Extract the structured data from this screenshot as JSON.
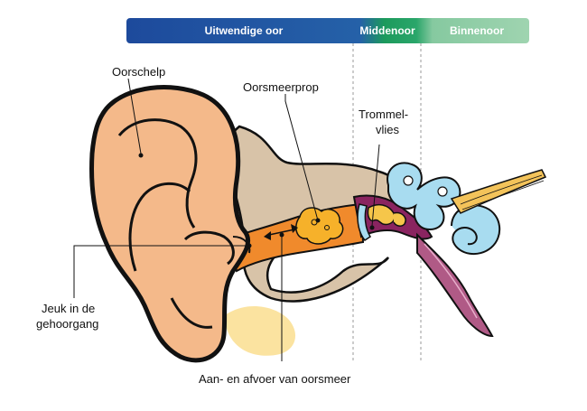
{
  "regions": {
    "outer": "Uitwendige oor",
    "middle": "Middenoor",
    "inner": "Binnenoor"
  },
  "labels": {
    "pinna": "Oorschelp",
    "earwax_plug": "Oorsmeerprop",
    "eardrum_line1": "Trommel-",
    "eardrum_line2": "vlies",
    "itch_line1": "Jeuk in de",
    "itch_line2": "gehoorgang",
    "earwax_transport": "Aan- en afvoer van oorsmeer"
  },
  "colors": {
    "band_outer": "#1f4fa0",
    "band_middle": "#1e9a5e",
    "band_inner": "#8fcca4",
    "skin": "#f4b98a",
    "canal": "#f08a2c",
    "earwax": "#f6b12a",
    "middle_ear": "#8a2460",
    "bone": "#a8dcf0",
    "nerve": "#f3c35a"
  }
}
